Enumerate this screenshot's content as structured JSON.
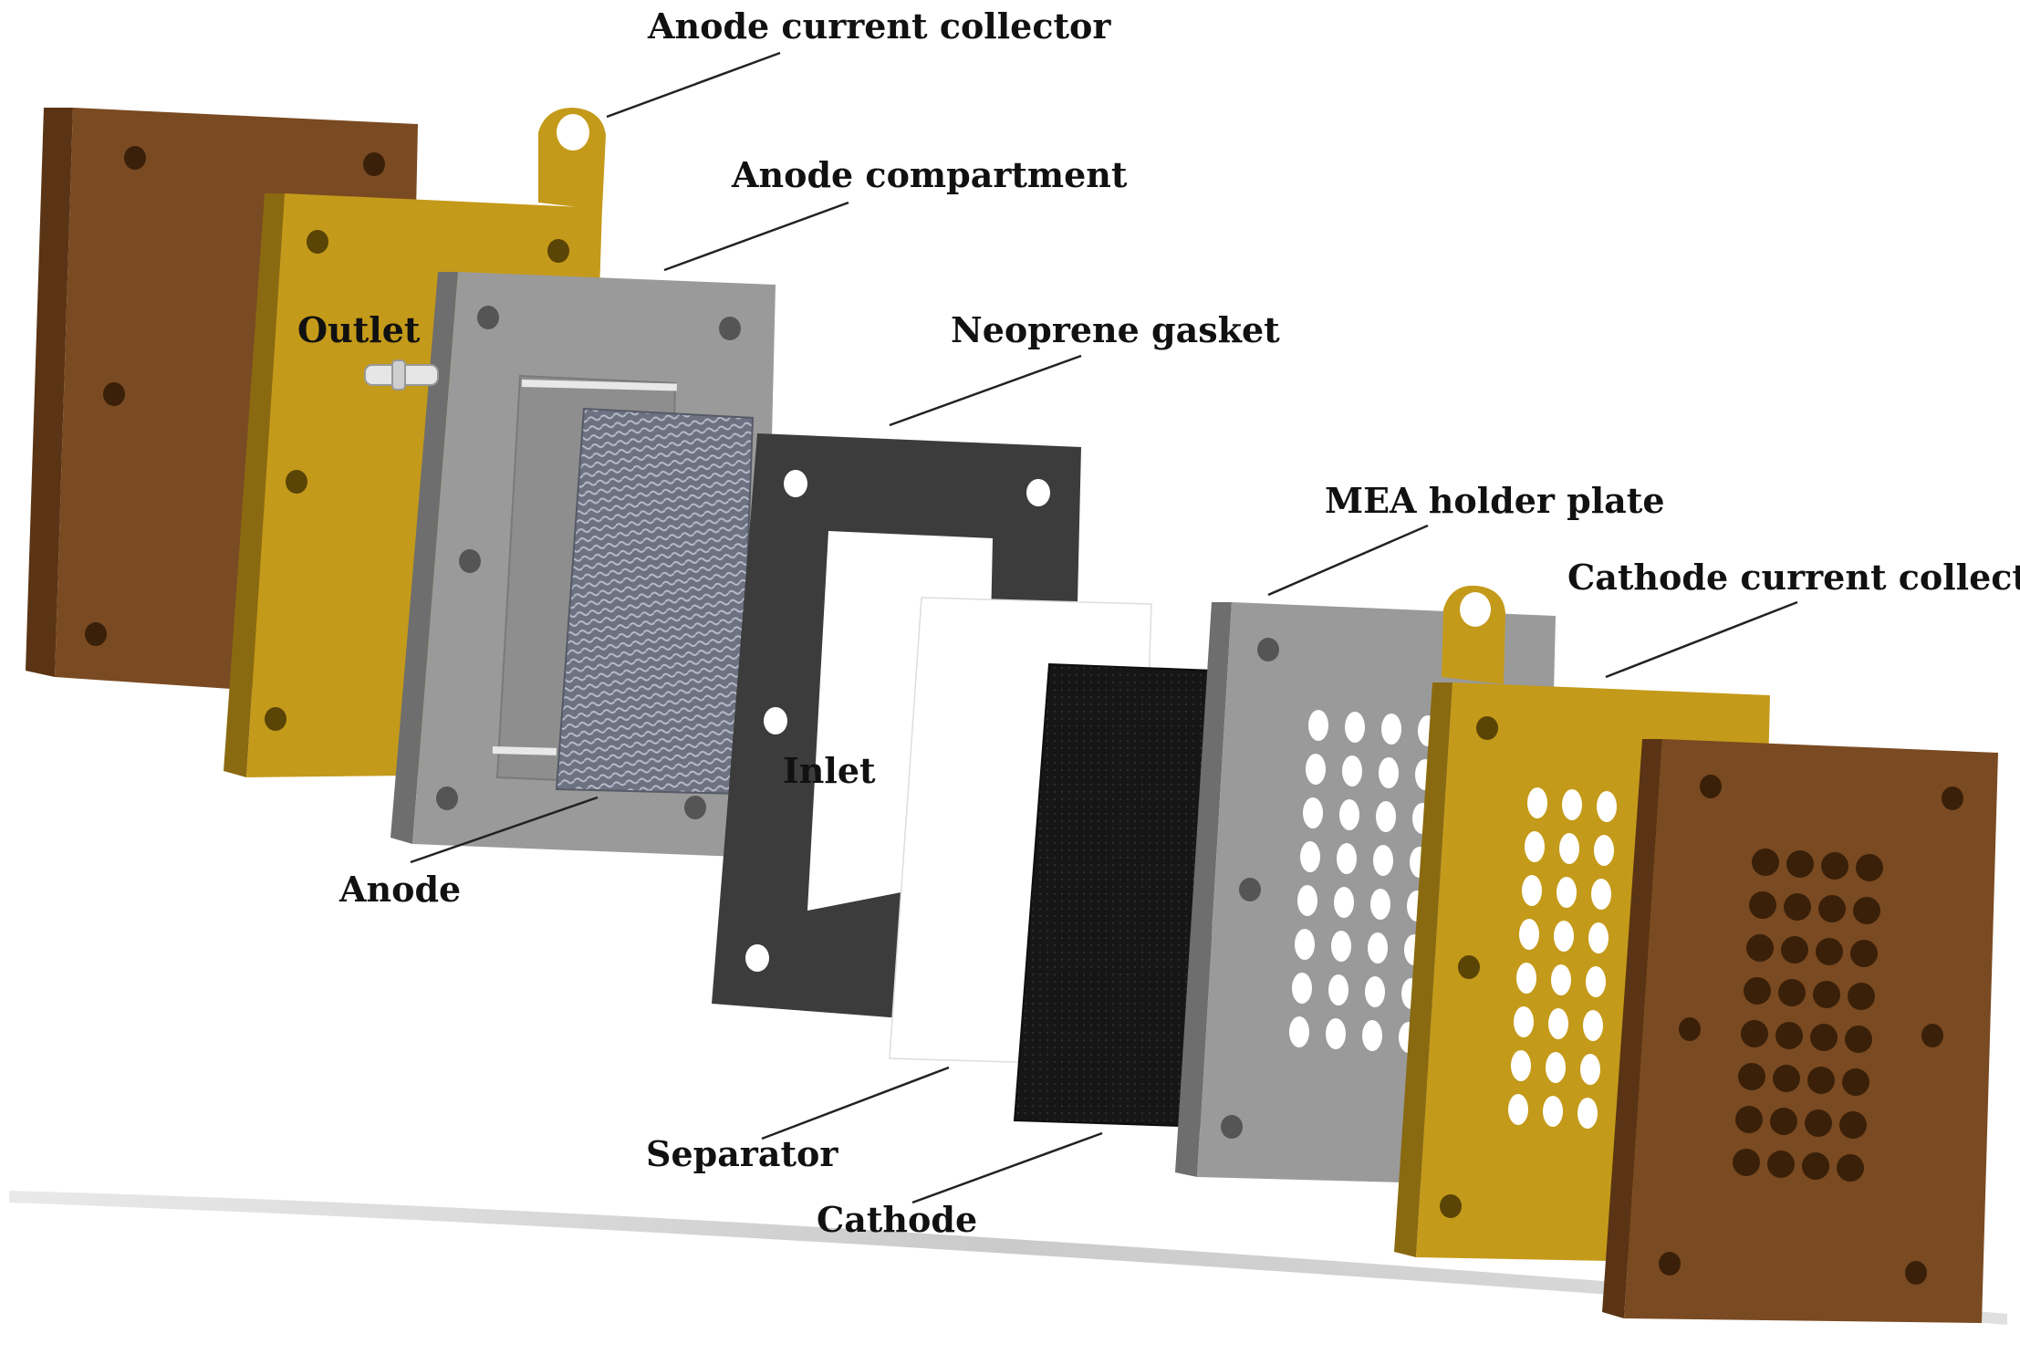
{
  "labels": {
    "anode_current_collector": "Anode current collector",
    "anode_compartment": "Anode compartment",
    "outlet": "Outlet",
    "neoprene_gasket": "Neoprene gasket",
    "mea_holder_plate": "MEA holder plate",
    "cathode_current_collector": "Cathode current collector",
    "inlet": "Inlet",
    "anode": "Anode",
    "separator": "Separator",
    "cathode": "Cathode"
  },
  "colors": {
    "end_plate": "#7a4a22",
    "end_plate_side": "#5a3414",
    "current_collector": "#c49a1a",
    "current_collector_side": "#8a6a10",
    "compartment": "#9a9a9a",
    "compartment_side": "#6e6e6e",
    "gasket": "#3a3a3a",
    "anode_mesh": "#6a7080",
    "cathode_cloth": "#1a1a1a",
    "separator": "#ffffff"
  }
}
